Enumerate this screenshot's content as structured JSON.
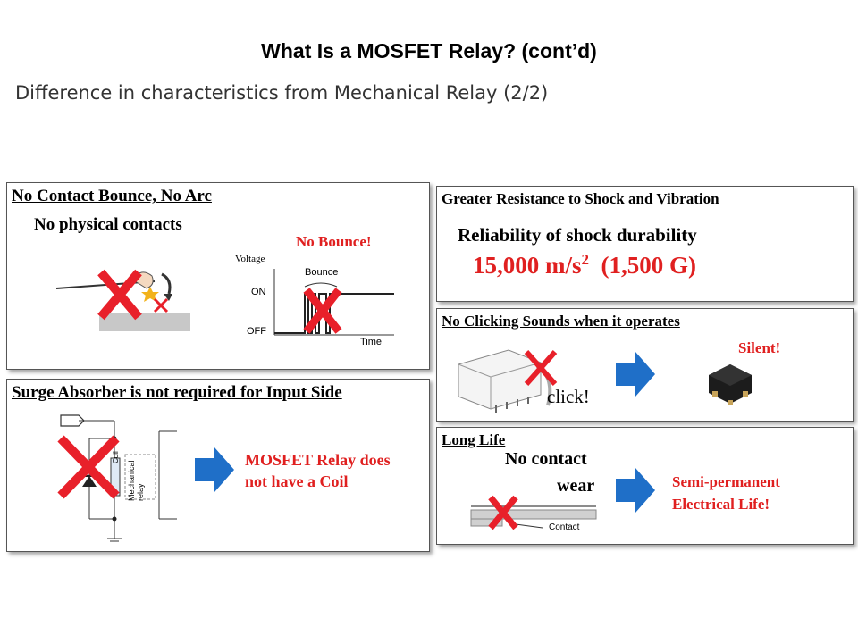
{
  "slide": {
    "title": "What Is a MOSFET Relay? (cont’d)",
    "subtitle": "Difference in characteristics from Mechanical Relay (2/2)"
  },
  "panels": {
    "bounce": {
      "heading": "No Contact Bounce, No Arc",
      "text": "No physical contacts",
      "callout": "No Bounce!",
      "ylabel": "Voltage",
      "bounce_label": "Bounce",
      "on_label": "ON",
      "off_label": "OFF",
      "time_label": "Time"
    },
    "surge": {
      "heading": "Surge Absorber is not required for Input Side",
      "coil_label": "Coil",
      "relay_label_1": "Mechanical",
      "relay_label_2": "relay",
      "callout_1": "MOSFET Relay does",
      "callout_2": "not have a Coil"
    },
    "shock": {
      "heading": "Greater Resistance to Shock and Vibration",
      "text": "Reliability of shock durability",
      "value_main": "15,000 m/s",
      "value_sup": "2",
      "value_g": "(1,500 G)"
    },
    "click": {
      "heading": "No Clicking  Sounds when it operates",
      "click_label": "click!",
      "callout": "Silent!"
    },
    "life": {
      "heading": "Long Life",
      "text_1": "No contact",
      "text_2": "wear",
      "contact_label": "Contact",
      "callout_1": "Semi-permanent",
      "callout_2": "Electrical Life!"
    }
  },
  "colors": {
    "red": "#e02020",
    "arrow_blue": "#1f6fc8",
    "x_red": "#e8202a"
  }
}
